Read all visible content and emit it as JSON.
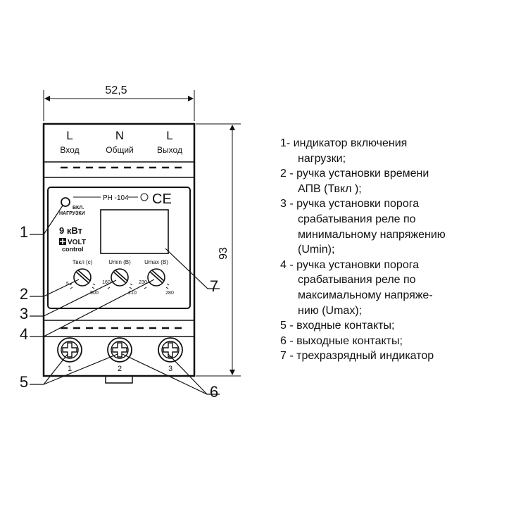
{
  "device": {
    "width_dim": "52,5",
    "height_dim": "93",
    "top_terminals": [
      {
        "letter": "L",
        "label": "Вход"
      },
      {
        "letter": "N",
        "label": "Общий"
      },
      {
        "letter": "L",
        "label": "Выход"
      }
    ],
    "model": "РН -104",
    "ce_mark": "CE",
    "led_label_1": "ВКЛ.",
    "led_label_2": "НАГРУЗКИ",
    "power": "9 кВт",
    "brand_1": "VOLT",
    "brand_2": "control",
    "knobs": [
      {
        "title": "Твкл (с)",
        "min": "5",
        "max": "900"
      },
      {
        "title": "Umin (В)",
        "min": "160",
        "max": "210"
      },
      {
        "title": "Umax (В)",
        "min": "230",
        "max": "280"
      }
    ],
    "bottom_terminals": [
      "1",
      "2",
      "3"
    ],
    "callouts": [
      "1",
      "2",
      "3",
      "4",
      "5",
      "6",
      "7"
    ]
  },
  "legend": [
    {
      "line1": "1- индикатор включения",
      "line2": "нагрузки;"
    },
    {
      "line1": " 2 - ручка установки времени",
      "line2": "АПВ (Твкл );"
    },
    {
      "line1": " 3 - ручка установки порога",
      "line2": "срабатывания реле по",
      "line3": "минимальному напряжению",
      "line4": "(Umin);"
    },
    {
      "line1": " 4 - ручка установки порога",
      "line2": "срабатывания реле по",
      "line3": "максимальному  напряже-",
      "line4": "нию (Umax);"
    },
    {
      "line1": " 5 - входные контакты;"
    },
    {
      "line1": " 6 - выходные контакты;"
    },
    {
      "line1": " 7 - трехразрядный индикатор"
    }
  ]
}
